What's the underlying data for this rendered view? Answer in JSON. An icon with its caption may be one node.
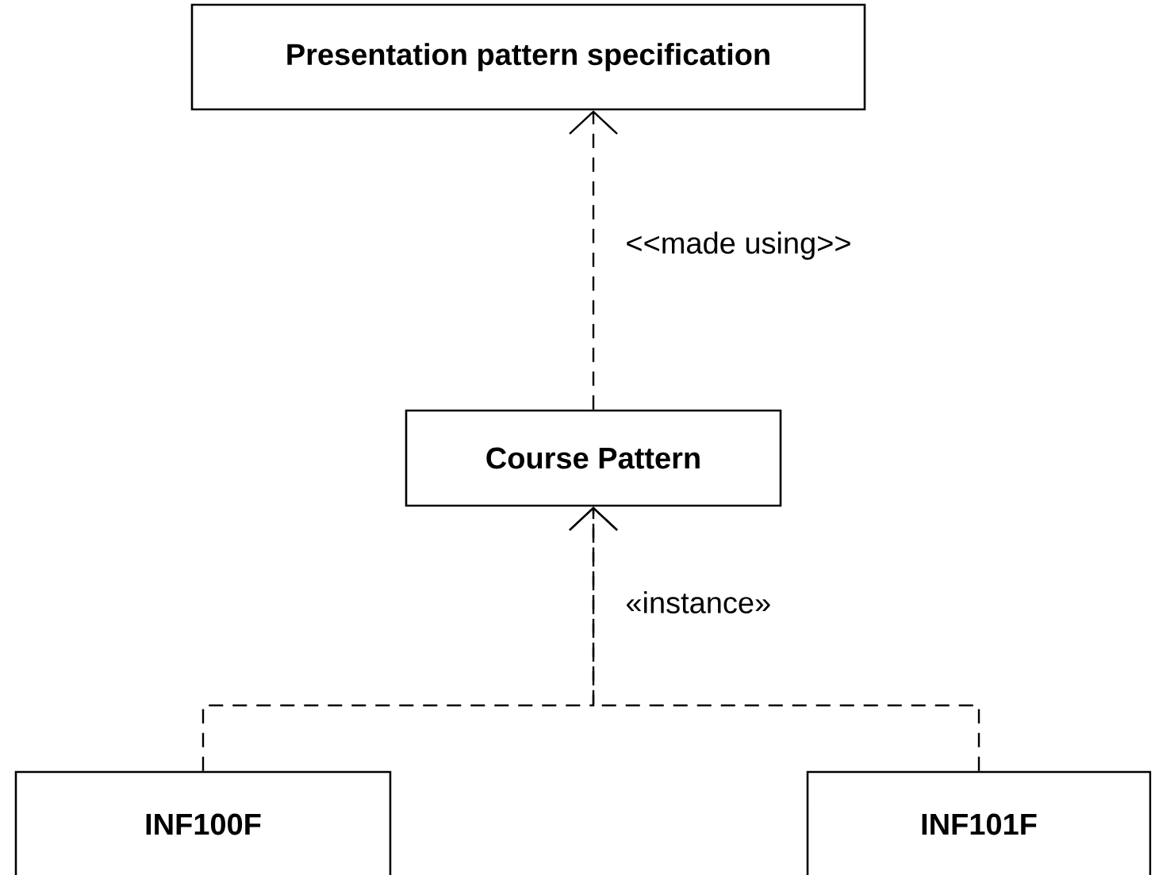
{
  "diagram": {
    "nodes": [
      {
        "text": [
          "Presentation pattern specification"
        ]
      },
      {
        "text": [
          "Course Pattern"
        ]
      },
      {
        "text": [
          "INF100F"
        ]
      },
      {
        "text": [
          "INF101F"
        ]
      }
    ],
    "edges": [
      {
        "from": 1,
        "to": 0,
        "arrow": "to",
        "style": "dashed",
        "label": "<<made using>>"
      },
      {
        "from": 2,
        "to": 1,
        "arrow": "to",
        "style": "dashed",
        "label": "«instance»"
      },
      {
        "from": 3,
        "to": 1,
        "arrow": "to",
        "style": "dashed"
      }
    ]
  }
}
